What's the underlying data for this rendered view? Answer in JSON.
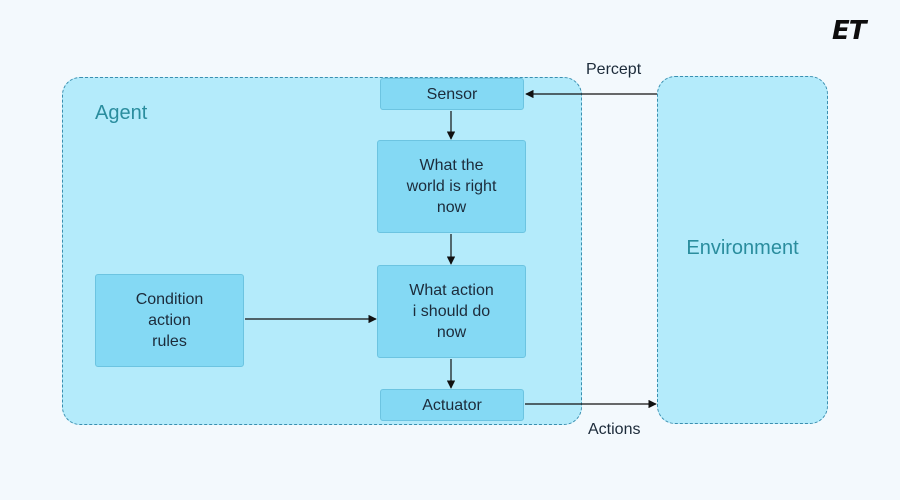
{
  "logo": {
    "text": "ET"
  },
  "agent": {
    "label": "Agent"
  },
  "environment": {
    "label": "Environment"
  },
  "boxes": {
    "sensor": {
      "label": "Sensor"
    },
    "world_state": {
      "lines": [
        "What the",
        "world is right",
        "now"
      ]
    },
    "action_decision": {
      "lines": [
        "What action",
        "i should do",
        "now"
      ]
    },
    "condition_rules": {
      "lines": [
        "Condition",
        "action",
        "rules"
      ]
    },
    "actuator": {
      "label": "Actuator"
    }
  },
  "flows": {
    "percept": "Percept",
    "actions": "Actions"
  },
  "colors": {
    "background": "#f3f9fd",
    "region_fill": "#b4ebfb",
    "region_border": "#3a8fb0",
    "box_fill": "#84d9f4",
    "region_label": "#2a8d9e",
    "text": "#1c2b3a",
    "arrow": "#111111"
  }
}
